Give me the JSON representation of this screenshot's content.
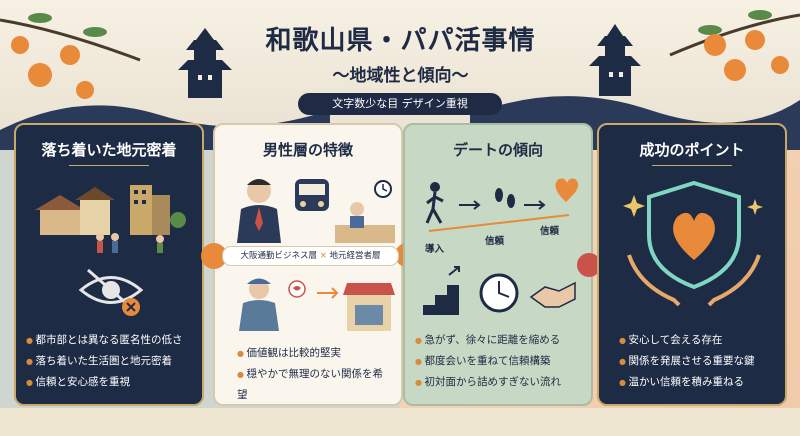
{
  "header": {
    "title": "和歌山県・パパ活事情",
    "subtitle": "〜地域性と傾向〜",
    "pill": "文字数少な目 デザイン重視"
  },
  "cards": [
    {
      "title": "落ち着いた地元密着",
      "bullets": [
        "都市部とは異なる匿名性の低さ",
        "落ち着いた生活圏と地元密着",
        "信頼と安心感を重視"
      ]
    },
    {
      "title": "男性層の特徴",
      "chip_left": "大阪通勤ビジネス層",
      "chip_sep": "×",
      "chip_right": "地元経営者層",
      "bullets": [
        "価値観は比較的堅実",
        "穏やかで無理のない関係を希望"
      ]
    },
    {
      "title": "デートの傾向",
      "step_labels": [
        "導入",
        "信頼",
        "信頼"
      ],
      "bullets": [
        "急がず、徐々に距離を縮める",
        "都度会いを重ねて信頼構築",
        "初対面から詰めすぎない流れ"
      ]
    },
    {
      "title": "成功のポイント",
      "bullets": [
        "安心して会える存在",
        "関係を発展させる重要な鍵",
        "温かい信頼を積み重ねる"
      ]
    }
  ],
  "colors": {
    "navy": "#1e2b45",
    "gold": "#c9a86a",
    "orange": "#e88a3a",
    "sage": "#c7d8c4"
  },
  "icons": [
    "castle-icon",
    "orange-icon",
    "town-icon",
    "eye-slash-icon",
    "businessman-icon",
    "train-icon",
    "desk-worker-icon",
    "clock-icon",
    "shopkeeper-icon",
    "shop-icon",
    "walker-icon",
    "footprints-icon",
    "heart-icon",
    "stairs-icon",
    "handshake-icon",
    "shield-heart-icon",
    "hands-icon",
    "sparkle-icon"
  ]
}
